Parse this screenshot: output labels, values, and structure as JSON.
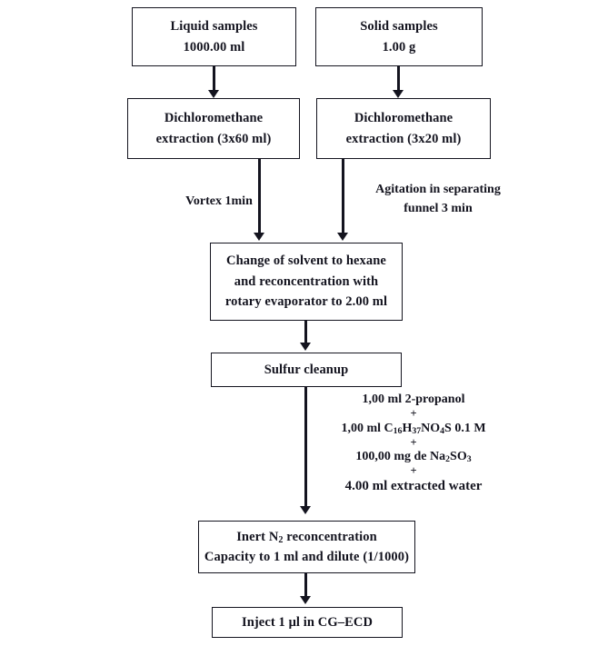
{
  "diagram": {
    "title": "Analytical sample preparation flowchart",
    "ink_color": "#14141f",
    "background_color": "#ffffff",
    "nodes": {
      "liquid_samples": {
        "line1": "Liquid samples",
        "line2": "1000.00 ml"
      },
      "solid_samples": {
        "line1": "Solid samples",
        "line2": "1.00 g"
      },
      "dcm_liquid": {
        "line1": "Dichloromethane",
        "line2": "extraction (3x60 ml)"
      },
      "dcm_solid": {
        "line1": "Dichloromethane",
        "line2": "extraction (3x20 ml)"
      },
      "solvent_change": {
        "line1": "Change of solvent to hexane",
        "line2": "and reconcentration with",
        "line3": "rotary evaporator to 2.00 ml"
      },
      "sulfur_cleanup": {
        "line1": "Sulfur cleanup"
      },
      "inert_reconcentration": {
        "line1_a": "Inert N",
        "line1_sub": "2",
        "line1_b": " reconcentration",
        "line2": "Capacity to 1 ml and dilute (1/1000)"
      },
      "inject": {
        "line1": "Inject 1 μl in CG–ECD"
      }
    },
    "annotations": {
      "vortex": {
        "line1": "Vortex 1min"
      },
      "agitation": {
        "line1": "Agitation in separating",
        "line2": "funnel 3 min"
      }
    },
    "reagents": {
      "plus": "+",
      "item1": "1,00 ml 2-propanol",
      "item2_pre": "1,00 ml C",
      "item2_sub1": "16",
      "item2_mid1": "H",
      "item2_sub2": "37",
      "item2_mid2": "NO",
      "item2_sub3": "4",
      "item2_post": "S 0.1 M",
      "item3_pre": "100,00 mg de Na",
      "item3_sub1": "2",
      "item3_mid": "SO",
      "item3_sub2": "3",
      "item4": "4.00 ml extracted water"
    }
  }
}
